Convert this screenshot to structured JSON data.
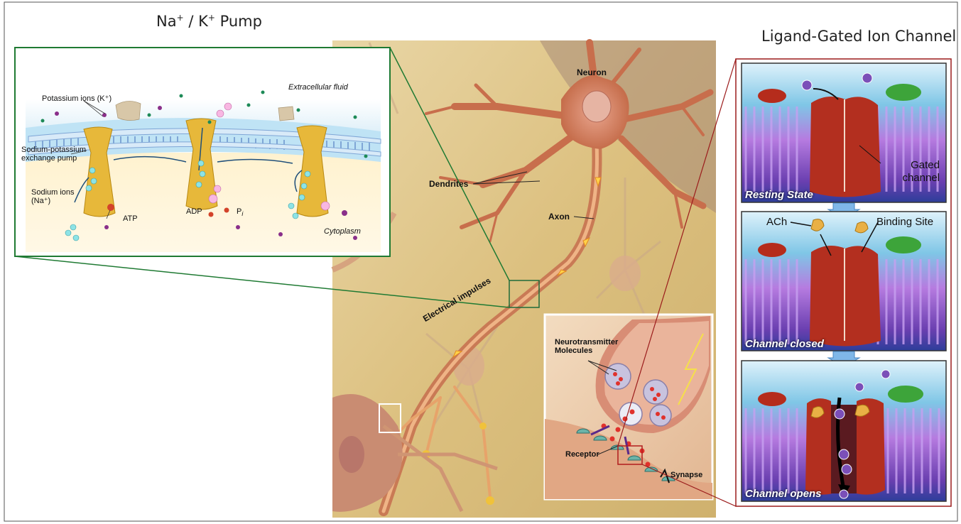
{
  "titles": {
    "pump_base1": "Na",
    "pump_sup1": "+",
    "pump_mid": " / K",
    "pump_sup2": "+",
    "pump_end": " Pump",
    "ligand": "Ligand-Gated Ion Channel"
  },
  "pump_labels": {
    "potassium": "Potassium ions (K⁺)",
    "extracellular": "Extracellular fluid",
    "pump": "Sodium-potassium exchange pump",
    "sodium": "Sodium ions (Na⁺)",
    "atp": "ATP",
    "adp": "ADP",
    "pi": "P",
    "pi_sub": "i",
    "cytoplasm": "Cytoplasm"
  },
  "neuron_labels": {
    "neuron": "Neuron",
    "dendrites": "Dendrites",
    "axon": "Axon",
    "impulses": "Electrical impulses",
    "neurotransmitter": "Neurotransmitter Molecules",
    "receptor": "Receptor",
    "synapse": "Synapse"
  },
  "channel_labels": {
    "gated": "Gated channel",
    "resting": "Resting State",
    "ach": "ACh",
    "binding": "Binding Site",
    "closed": "Channel closed",
    "opens": "Channel opens"
  },
  "colors": {
    "pump_frame": "#1f7a33",
    "channel_frame": "#9b1c1c",
    "pump_protein": "#e7b83a",
    "membrane_lipid": "#9a63c9",
    "channel_protein": "#b32f1f"
  }
}
